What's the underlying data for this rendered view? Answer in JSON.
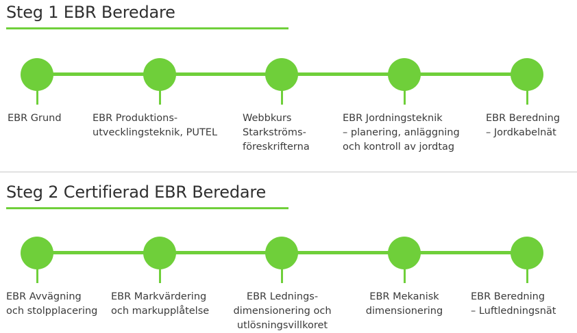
{
  "theme": {
    "accent": "#6fcf3a",
    "text": "#3a3a3a",
    "divider": "#c8c8c8"
  },
  "step1": {
    "title": "Steg 1 EBR Beredare",
    "courses": [
      {
        "label": "EBR Grund"
      },
      {
        "label": "EBR Produktions-\nutvecklingsteknik, PUTEL"
      },
      {
        "label": "Webbkurs\nStarkströms-\nföreskrifterna"
      },
      {
        "label": "EBR Jordningsteknik\n– planering, anläggning\noch kontroll av jordtag"
      },
      {
        "label": "EBR Beredning\n– Jordkabelnät"
      }
    ]
  },
  "step2": {
    "title": "Steg 2 Certifierad EBR Beredare",
    "courses": [
      {
        "label": "EBR Avvägning\noch stolpplacering"
      },
      {
        "label": "EBR Markvärdering\noch markupplåtelse"
      },
      {
        "label": "EBR Lednings-\ndimensionering och\nutlösningsvillkoret"
      },
      {
        "label": "EBR Mekanisk\ndimensionering"
      },
      {
        "label": "EBR Beredning\n– Luftledningsnät"
      }
    ]
  }
}
